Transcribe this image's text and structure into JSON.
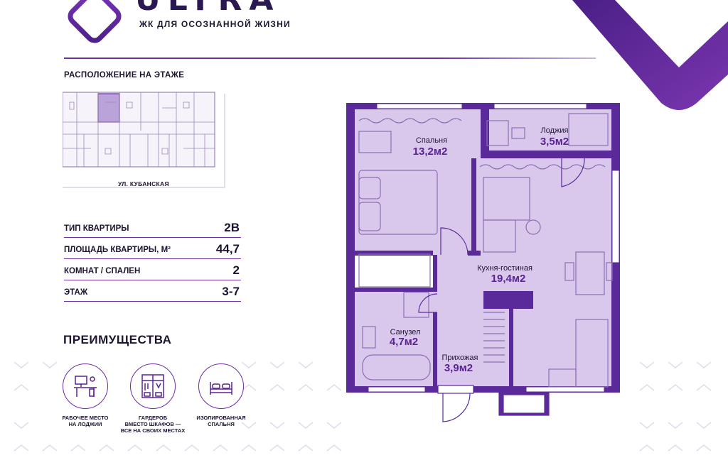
{
  "brand": {
    "logo_text": "ULTRA",
    "tagline": "ЖК ДЛЯ ОСОЗНАННОЙ ЖИЗНИ"
  },
  "location": {
    "title": "РАСПОЛОЖЕНИЕ НА ЭТАЖЕ",
    "street": "УЛ. КУБАНСКАЯ"
  },
  "specs": [
    {
      "label": "ТИП КВАРТИРЫ",
      "value": "2В"
    },
    {
      "label": "ПЛОЩАДЬ КВАРТИРЫ, М²",
      "value": "44,7"
    },
    {
      "label": "КОМНАТ / СПАЛЕН",
      "value": "2"
    },
    {
      "label": "ЭТАЖ",
      "value": "3-7"
    }
  ],
  "advantages": {
    "title": "ПРЕИМУЩЕСТВА",
    "items": [
      {
        "label_line1": "РАБОЧЕЕ МЕСТО",
        "label_line2": "НА ЛОДЖИИ",
        "label_line3": "",
        "icon": "desk-icon"
      },
      {
        "label_line1": "ГАРДЕРОБ",
        "label_line2": "ВМЕСТО ШКАФОВ —",
        "label_line3": "ВСЕ НА СВОИХ МЕСТАХ",
        "icon": "wardrobe-icon"
      },
      {
        "label_line1": "ИЗОЛИРОВАННАЯ",
        "label_line2": "СПАЛЬНЯ",
        "label_line3": "",
        "icon": "bed-icon"
      }
    ]
  },
  "rooms": [
    {
      "name": "Спальня",
      "area": "13,2м2"
    },
    {
      "name": "Лоджия",
      "area": "3,5м2"
    },
    {
      "name": "Кухня-гостиная",
      "area": "19,4м2"
    },
    {
      "name": "Санузел",
      "area": "4,7м2"
    },
    {
      "name": "Прихожая",
      "area": "3,9м2"
    }
  ],
  "colors": {
    "accent": "#6c2da3",
    "wall": "#5b2a9a",
    "room_fill": "#d9c8ec",
    "text": "#1e1432"
  }
}
